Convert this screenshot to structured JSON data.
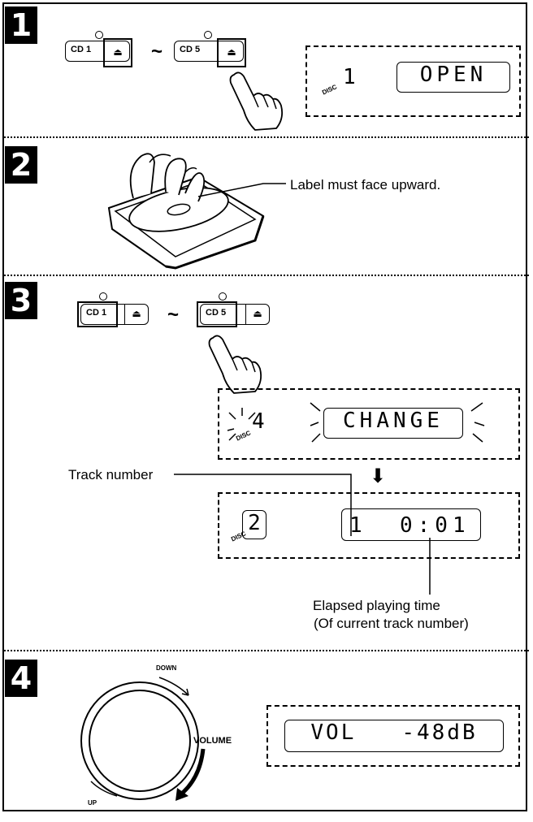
{
  "steps": [
    "1",
    "2",
    "3",
    "4"
  ],
  "step1": {
    "button_first": "CD 1",
    "button_last": "CD 5",
    "eject_symbol": "⏏",
    "range_symbol": "~",
    "display_disc_number": "1",
    "display_text": "OPEN",
    "disc_icon_label": "DISC"
  },
  "step2": {
    "label_note": "Label must face upward."
  },
  "step3": {
    "button_first": "CD 1",
    "button_last": "CD 5",
    "eject_symbol": "⏏",
    "range_symbol": "~",
    "display1_disc_number": "4",
    "display1_text": "CHANGE",
    "disc_icon_label": "DISC",
    "track_number_label": "Track number",
    "display2_disc_number": "2",
    "display2_track": "1",
    "display2_time": "0:01",
    "elapsed_label_line1": "Elapsed playing time",
    "elapsed_label_line2": "(Of current track number)",
    "arrow_symbol": "⬇"
  },
  "step4": {
    "knob_down_label": "DOWN",
    "knob_up_label": "UP",
    "knob_label": "VOLUME",
    "display_text": "VOL   -48dB"
  }
}
